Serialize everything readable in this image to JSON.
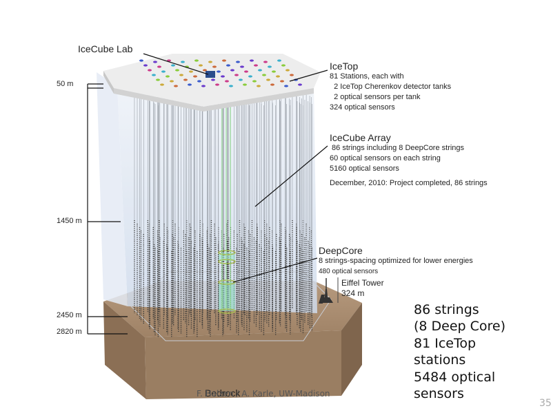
{
  "labels": {
    "lab": "IceCube Lab",
    "icetop": {
      "title": "IceTop",
      "lines": [
        "81 Stations, each with",
        "  2 IceTop Cherenkov detector tanks",
        "  2 optical sensors per tank",
        "324 optical sensors"
      ]
    },
    "array": {
      "title": "IceCube Array",
      "lines": [
        " 86 strings including 8 DeepCore strings",
        "60 optical sensors on each string",
        "5160 optical sensors"
      ],
      "completion": "December, 2010: Project completed, 86 strings"
    },
    "deepcore": {
      "title": "DeepCore",
      "lines": [
        "8 strings-spacing optimized for lower energies",
        "480 optical sensors"
      ]
    },
    "eiffel": {
      "title": "Eiffel Tower",
      "height": "324 m"
    },
    "bedrock": "Bedrock"
  },
  "depths": [
    "50 m",
    "1450 m",
    "2450 m",
    "2820 m"
  ],
  "summary": [
    "86 strings",
    "(8 Deep Core)",
    "81 IceTop",
    "stations",
    "5484 optical",
    "sensors"
  ],
  "credit": "F. Halzen / A. Karle, UW-Madison",
  "page_number": "35",
  "colors": {
    "ice": "#dde6f2",
    "ice_surface": "#eeeeee",
    "bedrock": "#a88a6e",
    "bedrock_dark": "#8e735a",
    "deepcore": "#7fd6c0"
  }
}
